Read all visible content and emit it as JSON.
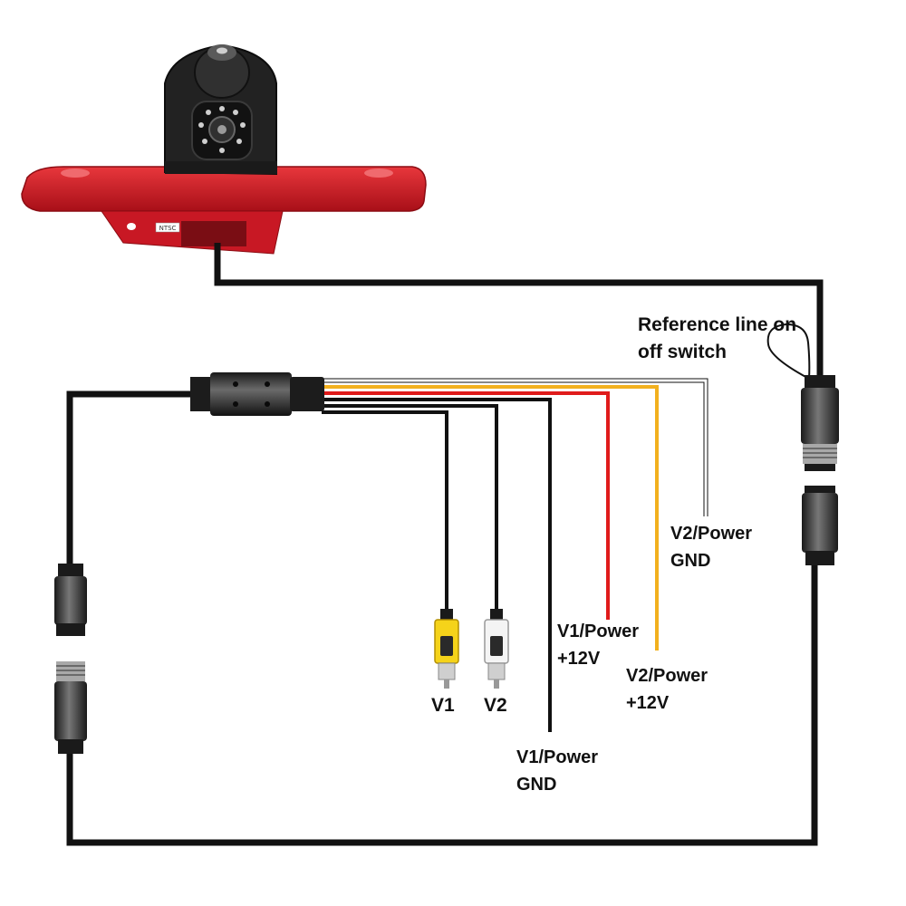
{
  "labels": {
    "reference_line": [
      "Reference line on",
      "off switch"
    ],
    "v2_power_gnd": [
      "V2/Power",
      "GND"
    ],
    "v1_power_12v": [
      "V1/Power",
      "+12V"
    ],
    "v2_power_12v": [
      "V2/Power",
      "+12V"
    ],
    "v1_power_gnd": [
      "V1/Power",
      "GND"
    ],
    "v1_video": "V1",
    "v2_video": "V2",
    "camera_badge": "NTSC"
  },
  "colors": {
    "cable_black": "#111111",
    "wire_red": "#e01b1b",
    "wire_yellow": "#f2b01e",
    "wire_white": "#ffffff",
    "rca_yellow": "#f5d31a",
    "rca_white": "#f4f4f4",
    "housing_red": "#d11a24",
    "housing_black": "#1c1c1c"
  },
  "icons": {
    "camera": "brake-light-camera-icon",
    "connector": "aviation-4pin-connector-icon",
    "rca": "rca-plug-icon"
  }
}
